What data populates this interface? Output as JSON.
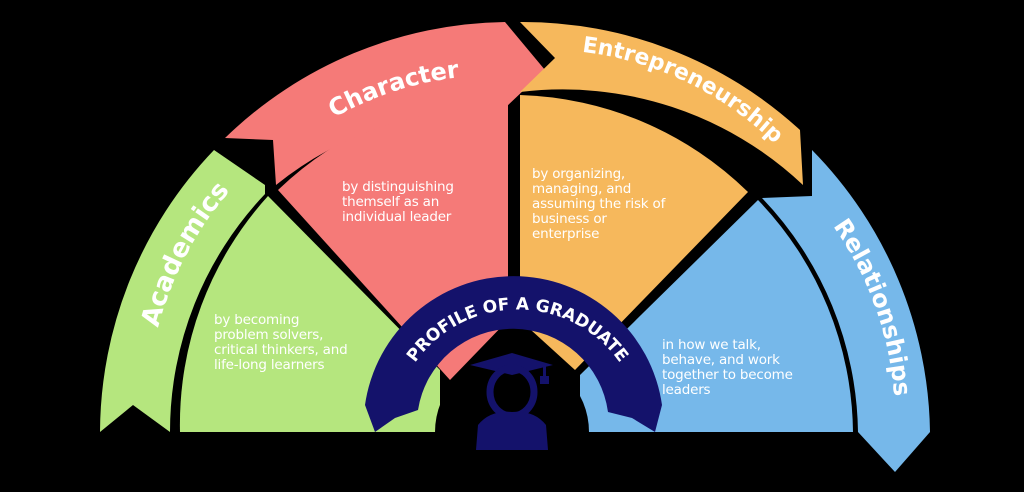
{
  "title": "PROFILE OF A GRADUATE",
  "colors": {
    "academics": "#b5e67e",
    "character": "#f57a78",
    "entrepreneurship": "#f6b85c",
    "relationships": "#76b8ea",
    "ribbon": "#14126b",
    "background": "#000000",
    "text": "#ffffff"
  },
  "sections": [
    {
      "id": "academics",
      "label": "Academics",
      "description": "by becoming problem solvers, critical thinkers, and life-long learners",
      "lines": [
        "by becoming",
        "problem solvers,",
        "critical thinkers, and",
        "life-long learners"
      ]
    },
    {
      "id": "character",
      "label": "Character",
      "description": "by distinguishing themself as an individual leader",
      "lines": [
        "by distinguishing",
        "themself as an",
        "individual leader"
      ]
    },
    {
      "id": "entrepreneurship",
      "label": "Entrepreneurship",
      "description": "by organizing, managing, and assuming the risk of business or enterprise",
      "lines": [
        "by organizing,",
        "managing, and",
        "assuming the risk of",
        "business or",
        "enterprise"
      ]
    },
    {
      "id": "relationships",
      "label": "Relationships",
      "description": "in how we talk, behave, and work together to become leaders",
      "lines": [
        "in how we talk,",
        "behave, and work",
        "together to become",
        "leaders"
      ]
    }
  ],
  "center_icon": "graduate-icon"
}
